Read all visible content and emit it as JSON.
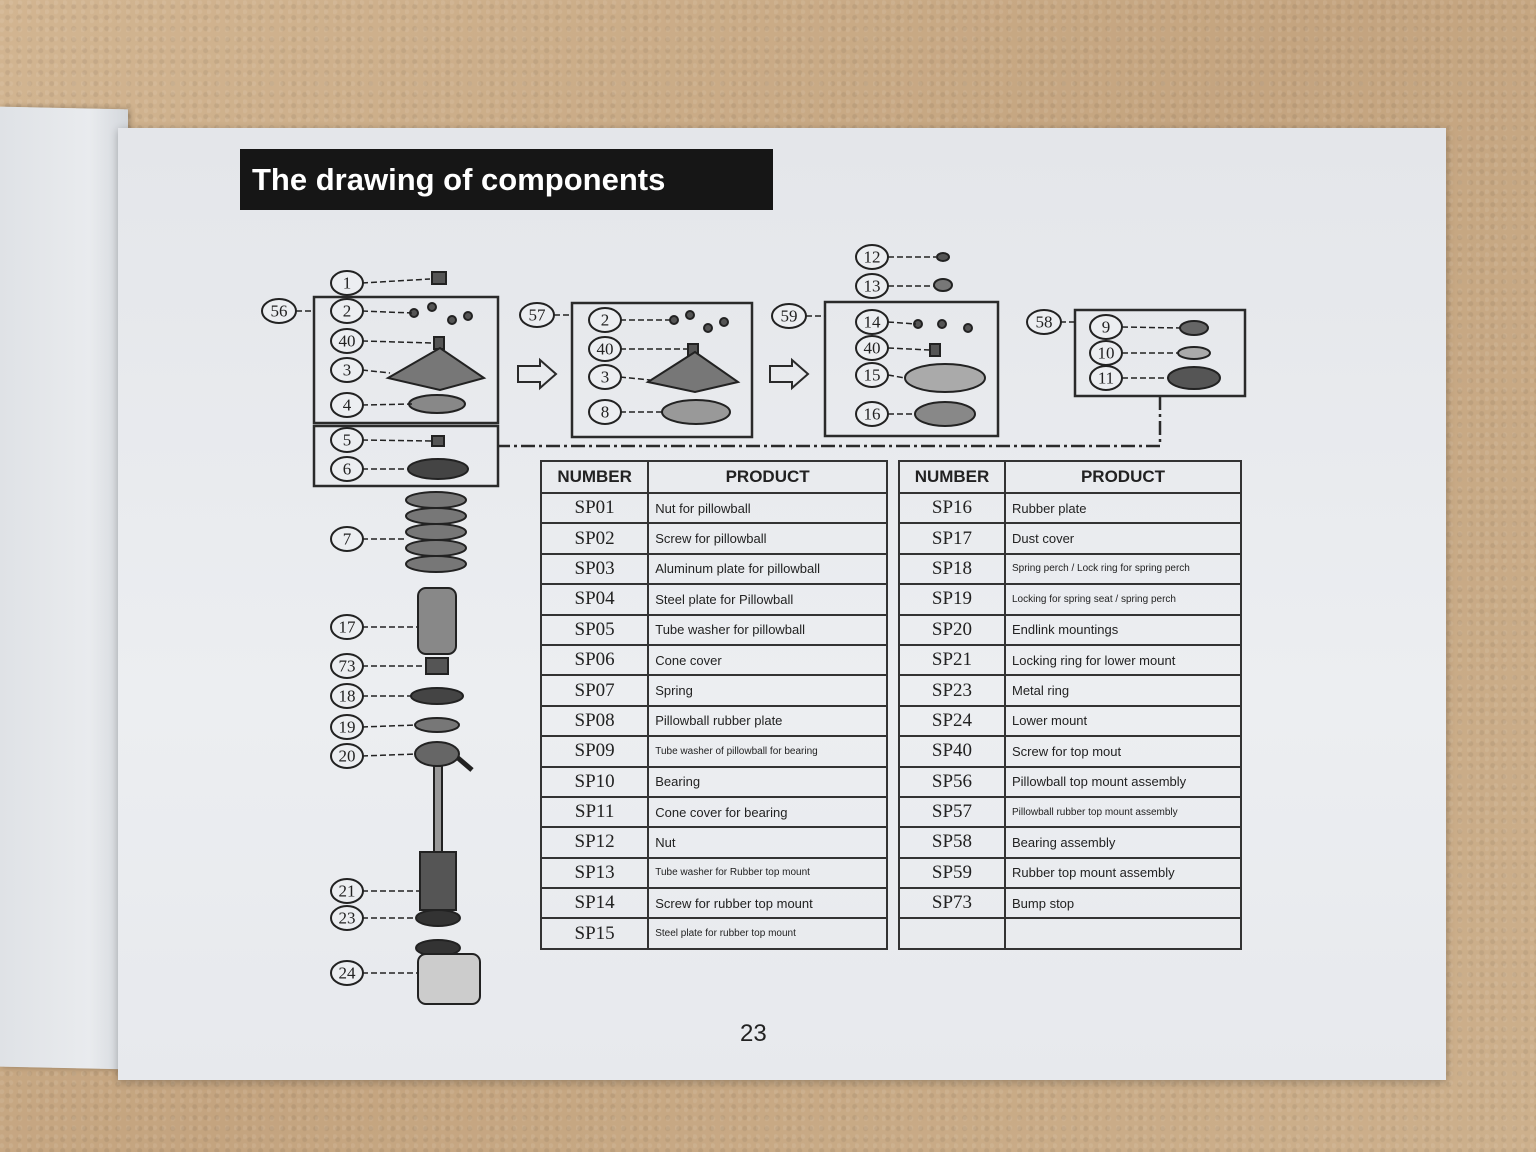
{
  "title": "The drawing of components",
  "page_number": "23",
  "callouts": [
    "1",
    "2",
    "40",
    "3",
    "4",
    "5",
    "6",
    "7",
    "17",
    "73",
    "18",
    "19",
    "20",
    "21",
    "23",
    "24",
    "56",
    "57",
    "59",
    "58",
    "12",
    "13",
    "14",
    "15",
    "16",
    "8",
    "9",
    "10",
    "11"
  ],
  "table_left": {
    "headers": [
      "NUMBER",
      "PRODUCT"
    ],
    "rows": [
      [
        "SP01",
        "Nut for pillowball"
      ],
      [
        "SP02",
        "Screw for pillowball"
      ],
      [
        "SP03",
        "Aluminum plate for pillowball"
      ],
      [
        "SP04",
        "Steel plate for Pillowball"
      ],
      [
        "SP05",
        "Tube washer for pillowball"
      ],
      [
        "SP06",
        "Cone cover"
      ],
      [
        "SP07",
        "Spring"
      ],
      [
        "SP08",
        "Pillowball rubber plate"
      ],
      [
        "SP09",
        "Tube washer of pillowball for bearing"
      ],
      [
        "SP10",
        "Bearing"
      ],
      [
        "SP11",
        "Cone cover for bearing"
      ],
      [
        "SP12",
        "Nut"
      ],
      [
        "SP13",
        "Tube washer for Rubber top mount"
      ],
      [
        "SP14",
        "Screw for rubber top mount"
      ],
      [
        "SP15",
        "Steel plate for rubber top mount"
      ]
    ]
  },
  "table_right": {
    "headers": [
      "NUMBER",
      "PRODUCT"
    ],
    "rows": [
      [
        "SP16",
        "Rubber plate"
      ],
      [
        "SP17",
        "Dust cover"
      ],
      [
        "SP18",
        "Spring perch / Lock ring for spring perch"
      ],
      [
        "SP19",
        "Locking for spring seat / spring perch"
      ],
      [
        "SP20",
        "Endlink mountings"
      ],
      [
        "SP21",
        "Locking ring for lower mount"
      ],
      [
        "SP23",
        "Metal ring"
      ],
      [
        "SP24",
        "Lower mount"
      ],
      [
        "SP40",
        "Screw for top mout"
      ],
      [
        "SP56",
        "Pillowball top mount assembly"
      ],
      [
        "SP57",
        "Pillowball rubber top mount assembly"
      ],
      [
        "SP58",
        "Bearing assembly"
      ],
      [
        "SP59",
        "Rubber top mount assembly"
      ],
      [
        "SP73",
        "Bump stop"
      ],
      [
        "",
        ""
      ]
    ]
  }
}
